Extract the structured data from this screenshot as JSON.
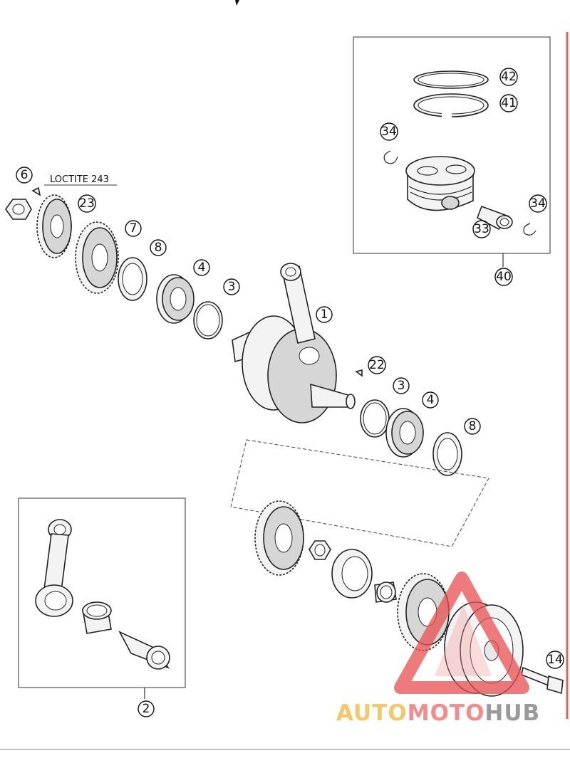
{
  "diagram": {
    "note": "LOCTITE 243",
    "callouts": {
      "c1": "1",
      "c2": "2",
      "c3a": "3",
      "c3b": "3",
      "c4a": "4",
      "c4b": "4",
      "c6": "6",
      "c7": "7",
      "c8a": "8",
      "c8b": "8",
      "c14": "14",
      "c22": "22",
      "c23": "23",
      "c33": "33",
      "c34a": "34",
      "c34b": "34",
      "c40": "40",
      "c41": "41",
      "c42": "42"
    }
  },
  "watermark": {
    "word_a": "AUTO",
    "word_b": "MOTO",
    "word_c": "HUB",
    "colors": {
      "auto": "#f3c76a",
      "moto": "#f28b8b",
      "hub": "#9a9a9a",
      "logo": "#e85050"
    }
  }
}
